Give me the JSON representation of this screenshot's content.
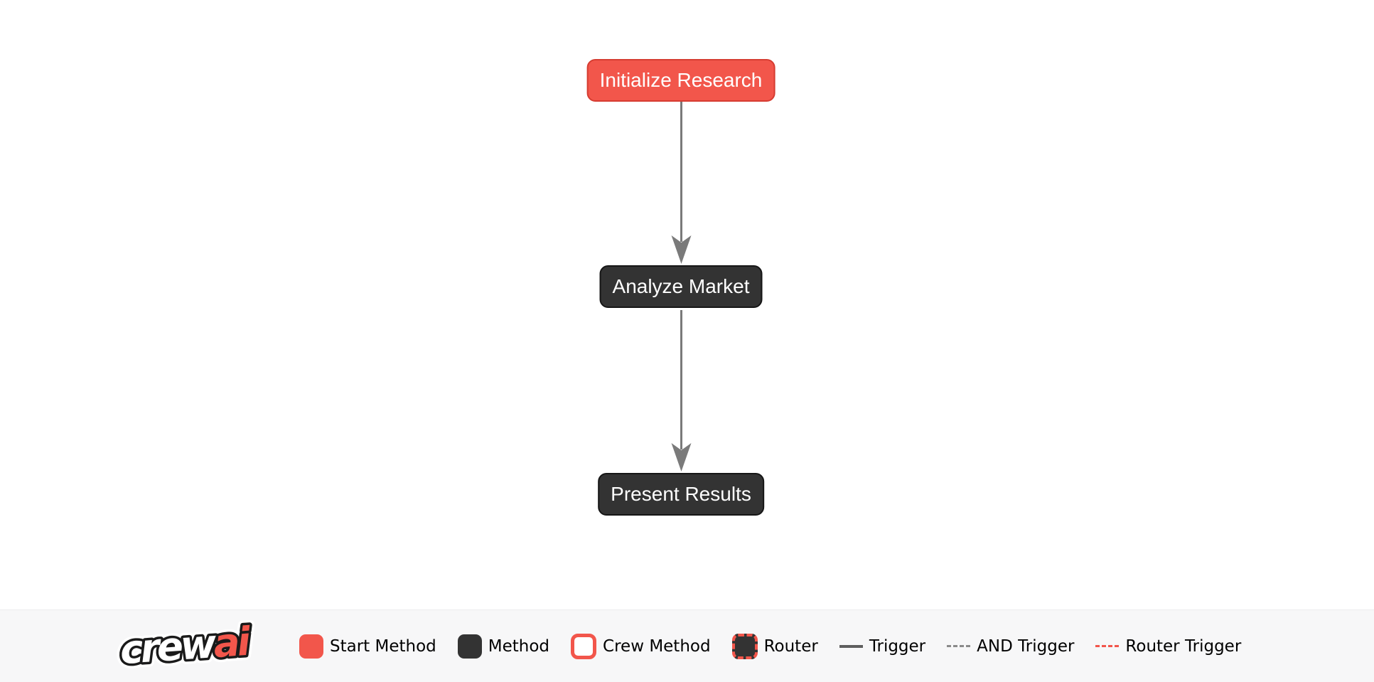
{
  "flow": {
    "nodes": [
      {
        "id": "initialize-research",
        "label": "Initialize Research",
        "type": "start"
      },
      {
        "id": "analyze-market",
        "label": "Analyze Market",
        "type": "method"
      },
      {
        "id": "present-results",
        "label": "Present Results",
        "type": "method"
      }
    ],
    "edges": [
      {
        "from": "initialize-research",
        "to": "analyze-market",
        "type": "trigger"
      },
      {
        "from": "analyze-market",
        "to": "present-results",
        "type": "trigger"
      }
    ]
  },
  "legend": {
    "logo_text_primary": "crew",
    "logo_text_accent": "ai",
    "items": [
      {
        "label": "Start Method",
        "swatch": "start"
      },
      {
        "label": "Method",
        "swatch": "method"
      },
      {
        "label": "Crew Method",
        "swatch": "crew"
      },
      {
        "label": "Router",
        "swatch": "router"
      },
      {
        "label": "Trigger",
        "swatch": "line-solid"
      },
      {
        "label": "AND Trigger",
        "swatch": "line-dashed"
      },
      {
        "label": "Router Trigger",
        "swatch": "line-dashed-red"
      }
    ]
  },
  "colors": {
    "start_fill": "#F2564B",
    "start_border": "#D63C31",
    "method_fill": "#333333",
    "method_border": "#161616",
    "edge": "#7A7A7A",
    "trigger_line": "#5E5E5E",
    "and_trigger_line": "#8A8A8A",
    "router_trigger_line": "#F2564B",
    "footer_bg": "#F7F7F8",
    "canvas_bg": "#FFFFFF"
  }
}
